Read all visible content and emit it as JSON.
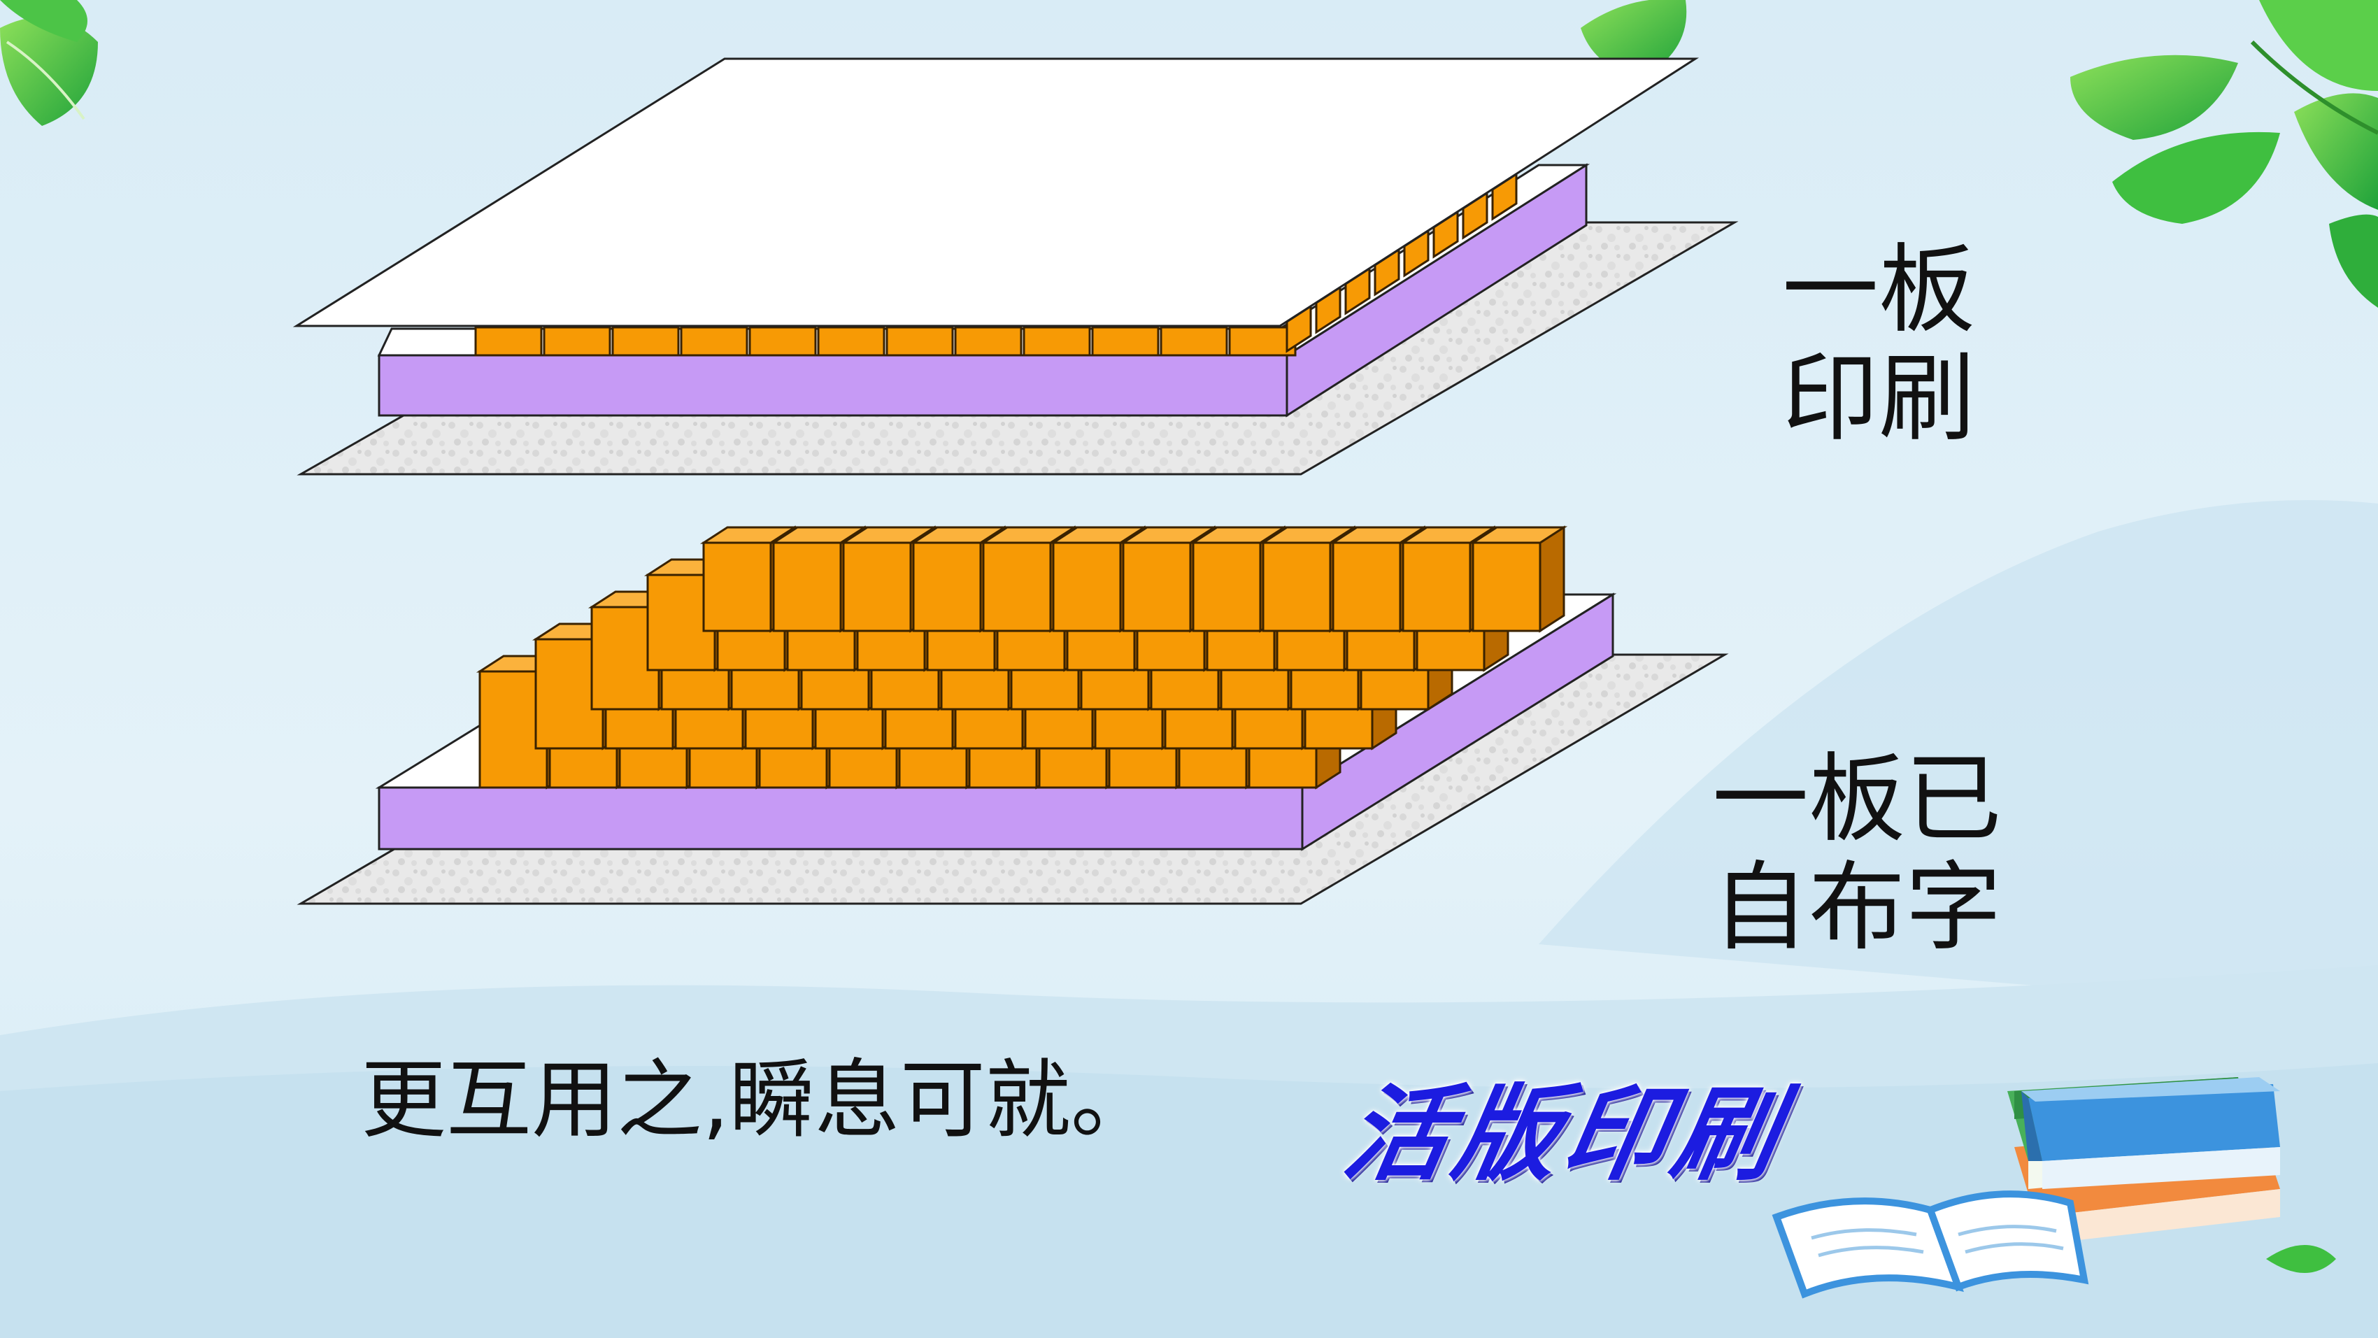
{
  "slide": {
    "label_top": [
      "一板",
      "印刷"
    ],
    "label_bottom": [
      "一板已",
      "自布字"
    ],
    "caption": "更互用之,瞬息可就。",
    "title": "活版印刷"
  },
  "illustrations": {
    "top": "paper sheet pressed onto type block on purple tray",
    "bottom": "movable type blocks arranged on purple tray"
  },
  "colors": {
    "background": "#dcedf6",
    "type_block": "#f79a05",
    "tray": "#c69af5",
    "title": "#1c1ce0"
  },
  "decorations": [
    "leaf-icon",
    "books-icon",
    "open-book-icon",
    "mountain-silhouette"
  ]
}
